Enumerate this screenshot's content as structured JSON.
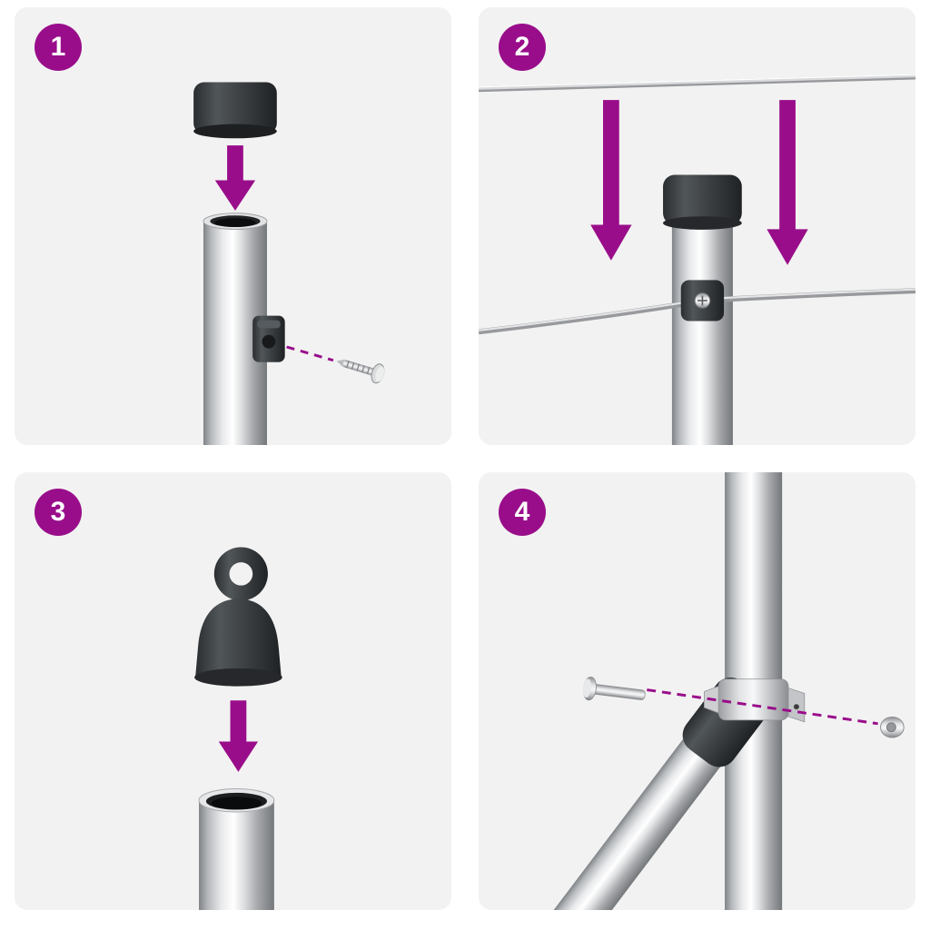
{
  "colors": {
    "accent": "#990d8a",
    "panel_background": "#f2f2f2",
    "page_background": "#ffffff",
    "cap_dark": "#3c4145",
    "metal_light": "#f5f6f7",
    "metal_dark": "#7f8286"
  },
  "steps": [
    {
      "number": "1",
      "icons": [
        "post-cap-icon",
        "arrow-down-icon",
        "fence-post-icon",
        "wire-clamp-icon",
        "screw-icon",
        "dashed-guide-line"
      ]
    },
    {
      "number": "2",
      "icons": [
        "tension-wire-top-icon",
        "arrow-down-icon",
        "post-cap-icon",
        "fence-post-icon",
        "wire-clamp-icon",
        "tension-wire-bottom-icon"
      ]
    },
    {
      "number": "3",
      "icons": [
        "eyelet-cap-icon",
        "arrow-down-icon",
        "fence-post-icon"
      ]
    },
    {
      "number": "4",
      "icons": [
        "fence-post-icon",
        "brace-post-icon",
        "brace-connector-icon",
        "brace-clamp-icon",
        "bolt-icon",
        "nut-icon",
        "dashed-guide-line"
      ]
    }
  ]
}
